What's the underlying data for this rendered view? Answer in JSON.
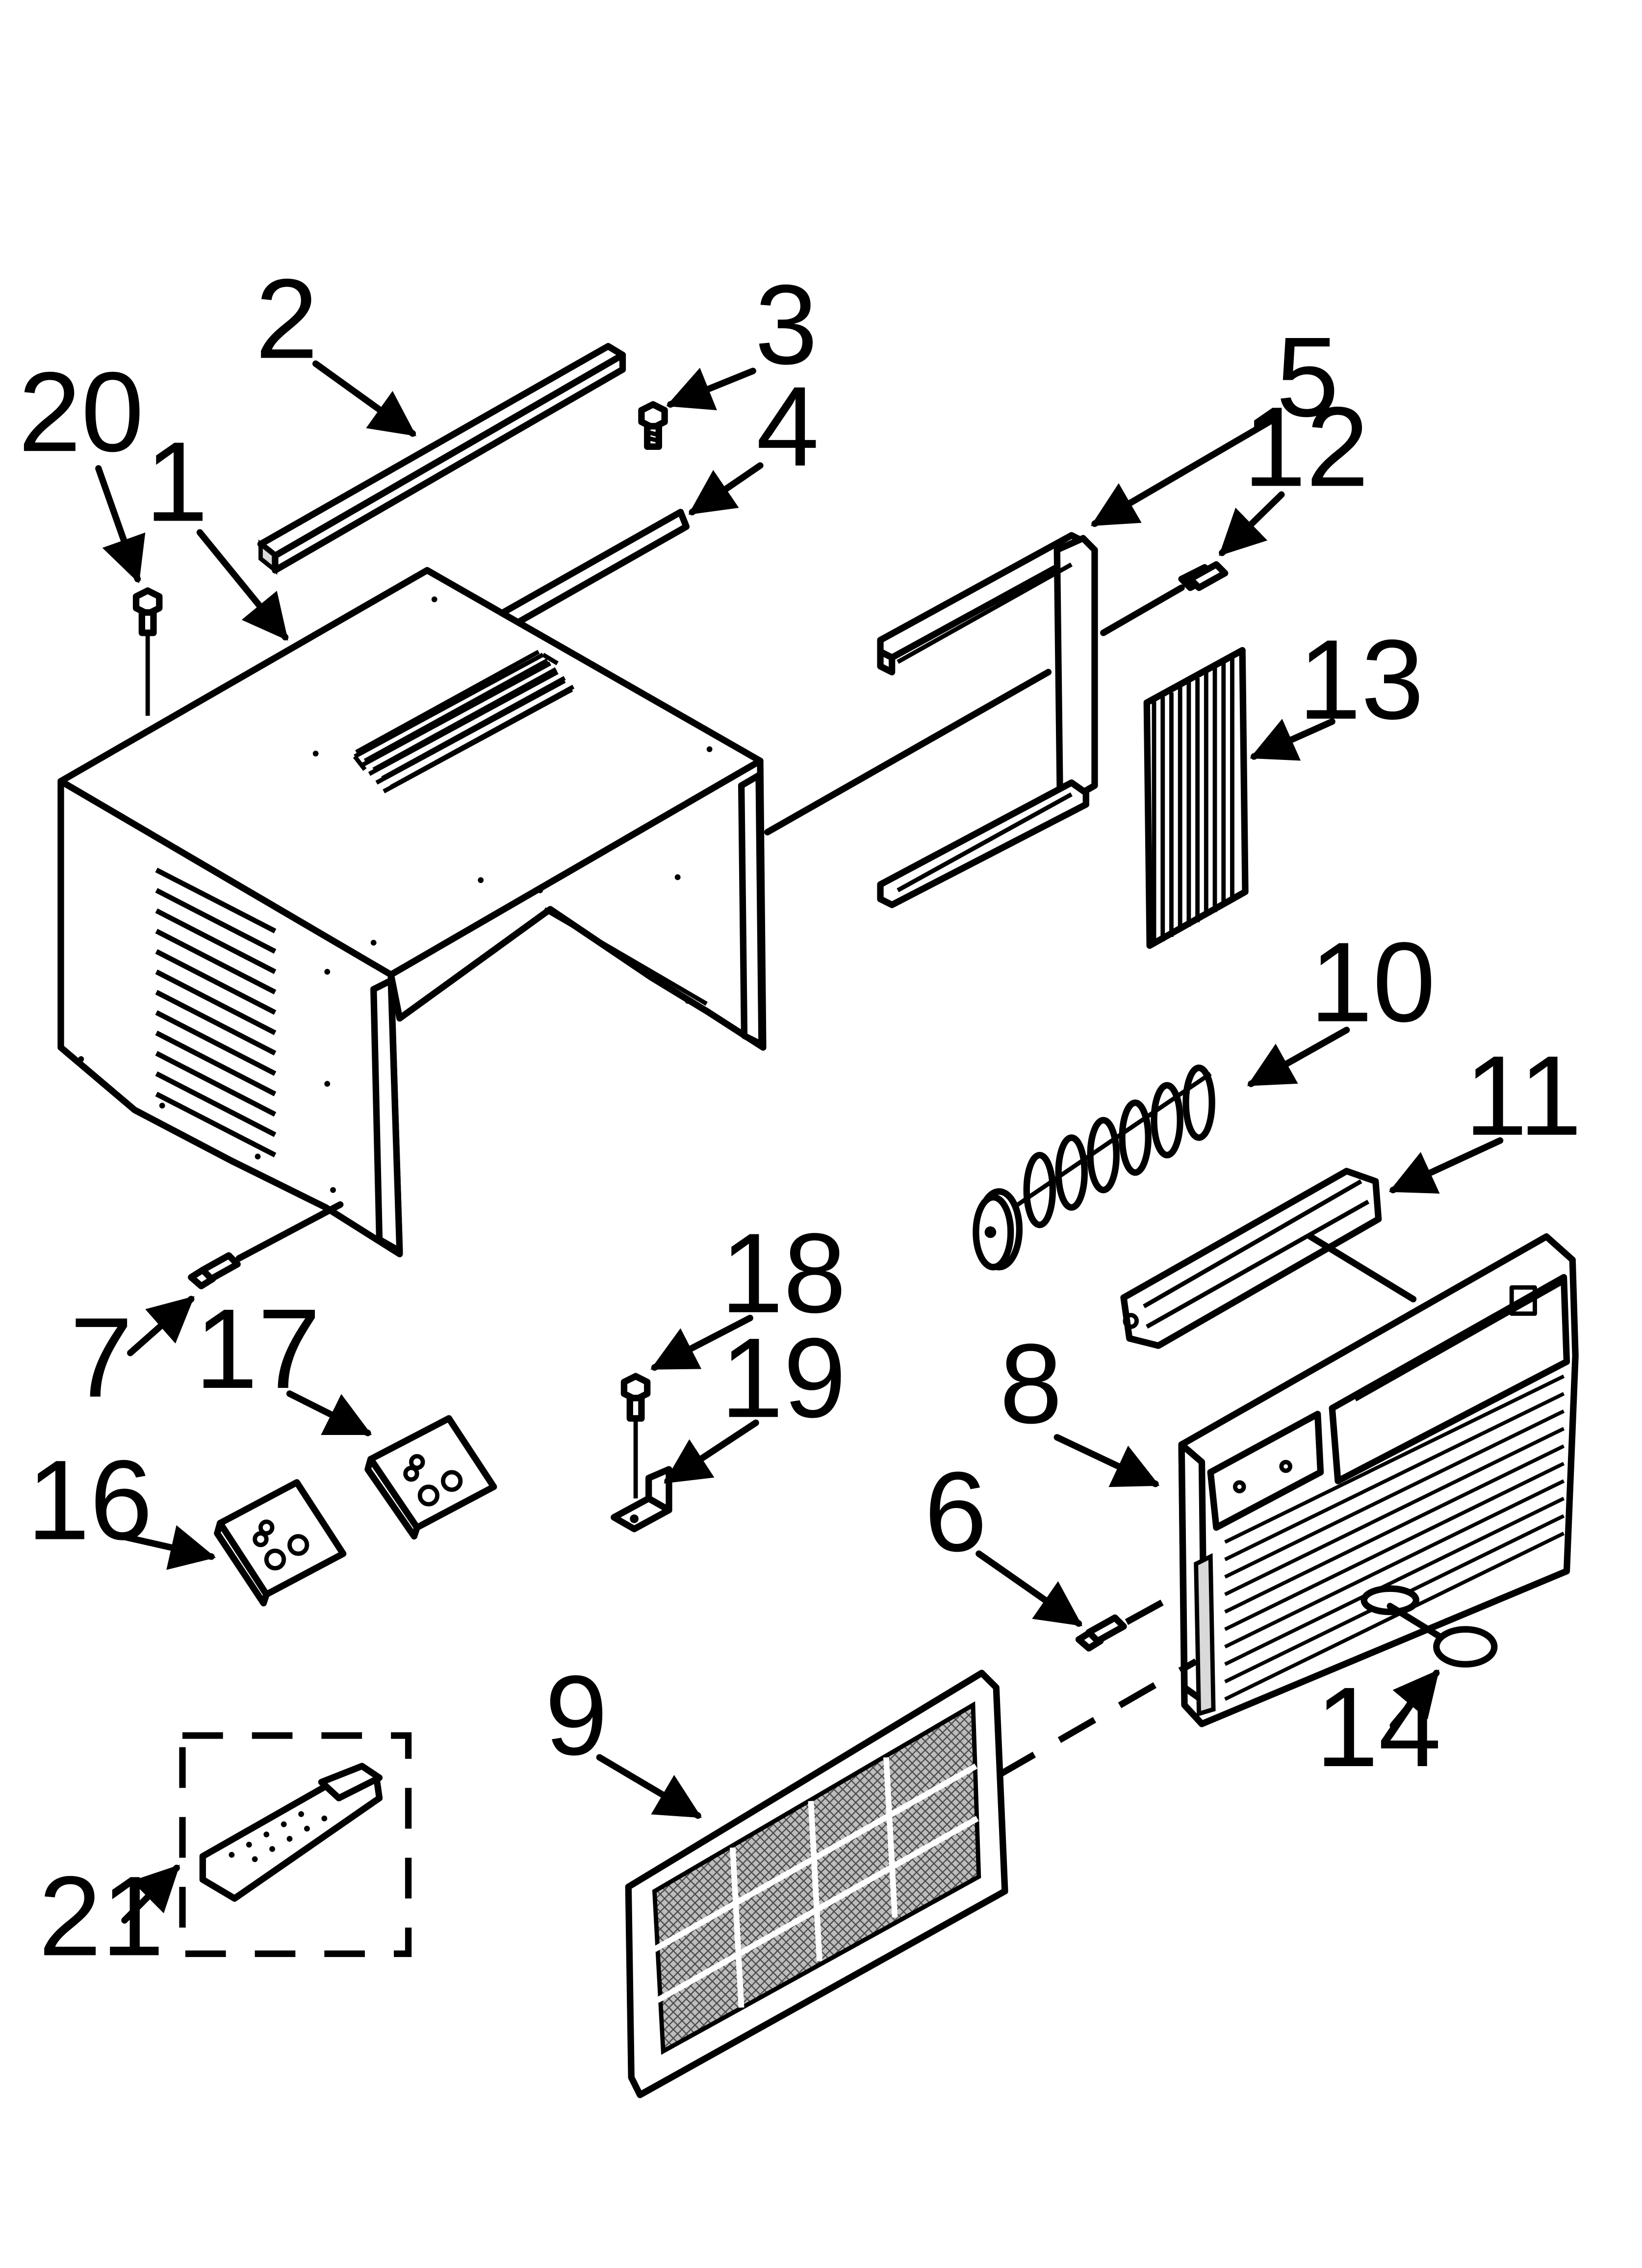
{
  "diagram": {
    "callouts": [
      {
        "id": "c1",
        "label": "1"
      },
      {
        "id": "c2",
        "label": "2"
      },
      {
        "id": "c3",
        "label": "3"
      },
      {
        "id": "c4",
        "label": "4"
      },
      {
        "id": "c5",
        "label": "5"
      },
      {
        "id": "c6",
        "label": "6"
      },
      {
        "id": "c7",
        "label": "7"
      },
      {
        "id": "c8",
        "label": "8"
      },
      {
        "id": "c9",
        "label": "9"
      },
      {
        "id": "c10",
        "label": "10"
      },
      {
        "id": "c11",
        "label": "11"
      },
      {
        "id": "c12",
        "label": "12"
      },
      {
        "id": "c13",
        "label": "13"
      },
      {
        "id": "c14",
        "label": "14"
      },
      {
        "id": "c16",
        "label": "16"
      },
      {
        "id": "c17",
        "label": "17"
      },
      {
        "id": "c18",
        "label": "18"
      },
      {
        "id": "c19",
        "label": "19"
      },
      {
        "id": "c20",
        "label": "20"
      },
      {
        "id": "c21",
        "label": "21"
      }
    ]
  }
}
